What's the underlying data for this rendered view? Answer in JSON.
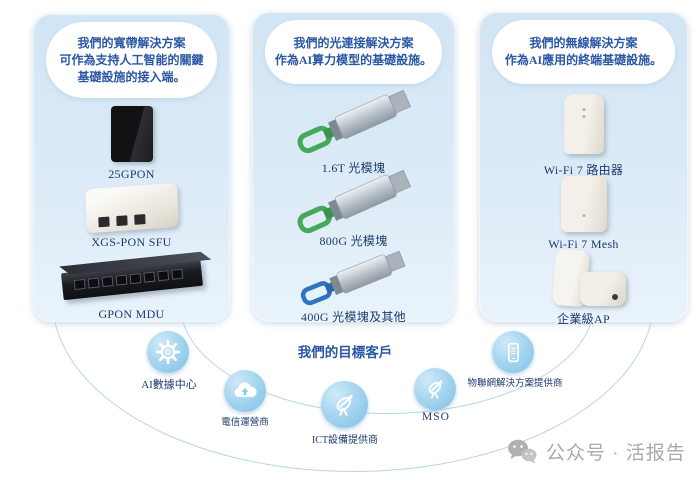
{
  "cards": [
    {
      "name": "broadband-solutions",
      "header_lines": [
        "我們的寬帶解決方案",
        "可作為支持人工智能的關鍵",
        "基礎設施的接入端。"
      ],
      "products": [
        {
          "label": "25GPON",
          "icon": "black-ont-device"
        },
        {
          "label": "XGS-PON SFU",
          "icon": "white-sfu-box"
        },
        {
          "label": "GPON MDU",
          "icon": "black-rack-unit"
        }
      ]
    },
    {
      "name": "optical-connectivity-solutions",
      "header_lines": [
        "我們的光連接解決方案",
        "作為AI算力模型的基礎設施。"
      ],
      "products": [
        {
          "label": "1.6T 光模塊",
          "icon": "optical-module",
          "tab_color": "#45a85b"
        },
        {
          "label": "800G 光模塊",
          "icon": "optical-module",
          "tab_color": "#45a85b"
        },
        {
          "label": "400G 光模塊及其他",
          "icon": "optical-module",
          "tab_color": "#2f74c0"
        }
      ]
    },
    {
      "name": "wireless-solutions",
      "header_lines": [
        "我們的無線解決方案",
        "作為AI應用的終端基礎設施。"
      ],
      "products": [
        {
          "label": "Wi-Fi 7 路由器",
          "icon": "white-router-tower"
        },
        {
          "label": "Wi-Fi 7 Mesh",
          "icon": "white-mesh-tower"
        },
        {
          "label": "企業級AP",
          "icon": "enterprise-access-point"
        }
      ]
    }
  ],
  "target_customers": {
    "title": "我們的目標客戶",
    "items": [
      {
        "label": "AI數據中心",
        "icon": "gear-icon"
      },
      {
        "label": "電信運營商",
        "icon": "cloud-upload-icon"
      },
      {
        "label": "ICT設備提供商",
        "icon": "satellite-dish-icon"
      },
      {
        "label": "MSO",
        "icon": "satellite-dish-icon"
      },
      {
        "label": "物聯網解決方案提供商",
        "icon": "smartphone-icon"
      }
    ]
  },
  "watermark": {
    "icon": "wechat-icon",
    "text": "公众号 · 活报告"
  },
  "colors": {
    "card_background_top": "#d2e5f4",
    "card_background_bottom": "#e9f3fb",
    "header_text": "#2a57a5",
    "label_text": "#1d3a6d",
    "customer_circle": "#8ec7e9",
    "arc_line": "#b9d4e9",
    "module_tab_green": "#45a85b",
    "module_tab_blue": "#2f74c0",
    "watermark_gray": "#a9a9a9"
  }
}
